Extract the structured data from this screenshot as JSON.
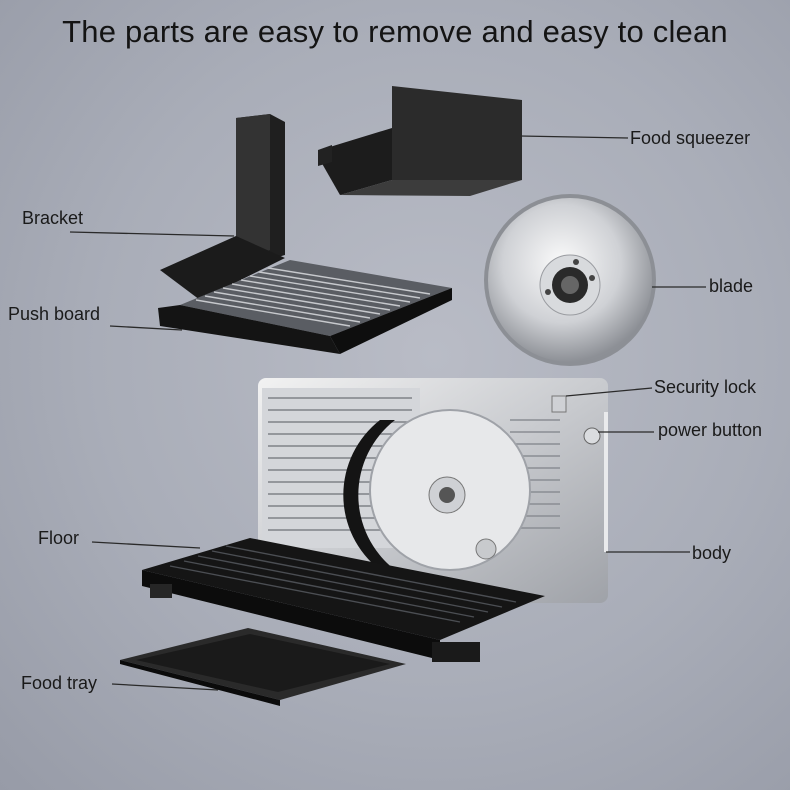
{
  "headline": "The parts are easy to remove and easy to clean",
  "labels": {
    "food_squeezer": "Food squeezer",
    "bracket": "Bracket",
    "push_board": "Push board",
    "blade": "blade",
    "security_lock": "Security lock",
    "power_button": "power button",
    "floor": "Floor",
    "body": "body",
    "food_tray": "Food tray"
  }
}
